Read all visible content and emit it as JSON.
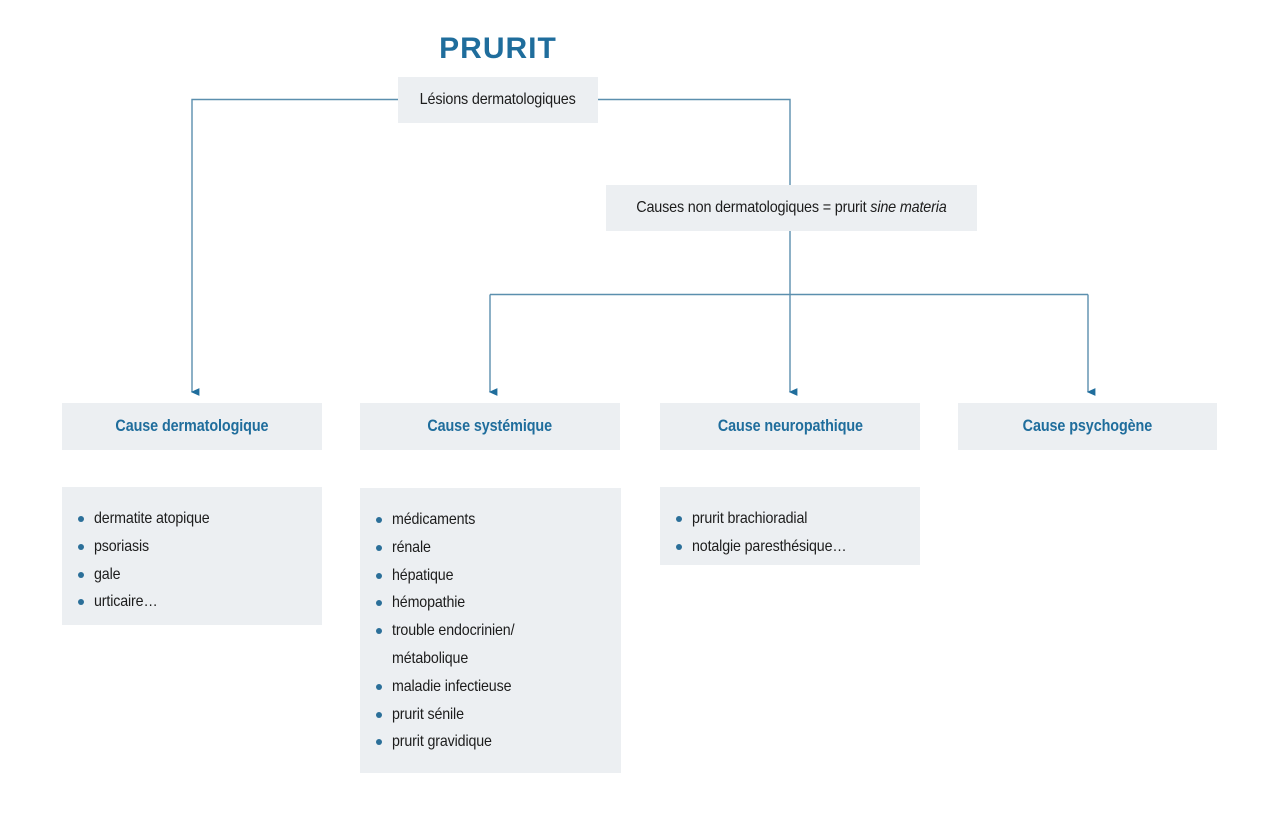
{
  "diagram": {
    "title": "PRURIT",
    "accent_color": "#1f6d9c",
    "box_fill": "#eceff2",
    "connector_color": "#5b8fae",
    "bullet_color": "#2b6f99"
  },
  "nodes": {
    "lesions": {
      "label": "Lésions dermatologiques"
    },
    "non_dermato": {
      "label_plain": "Causes non dermatologiques = prurit ",
      "label_italic": "sine materia"
    }
  },
  "categories": [
    {
      "header": "Cause dermatologique",
      "items": [
        "dermatite atopique",
        "psoriasis",
        "gale",
        "urticaire…"
      ]
    },
    {
      "header": "Cause systémique",
      "items": [
        "médicaments",
        "rénale",
        "hépatique",
        "hémopathie",
        "trouble endocrinien/ métabolique",
        "maladie infectieuse",
        "prurit sénile",
        "prurit gravidique"
      ]
    },
    {
      "header": "Cause neuropathique",
      "items": [
        "prurit brachioradial",
        "notalgie paresthésique…"
      ]
    },
    {
      "header": "Cause psychogène",
      "items": []
    }
  ]
}
